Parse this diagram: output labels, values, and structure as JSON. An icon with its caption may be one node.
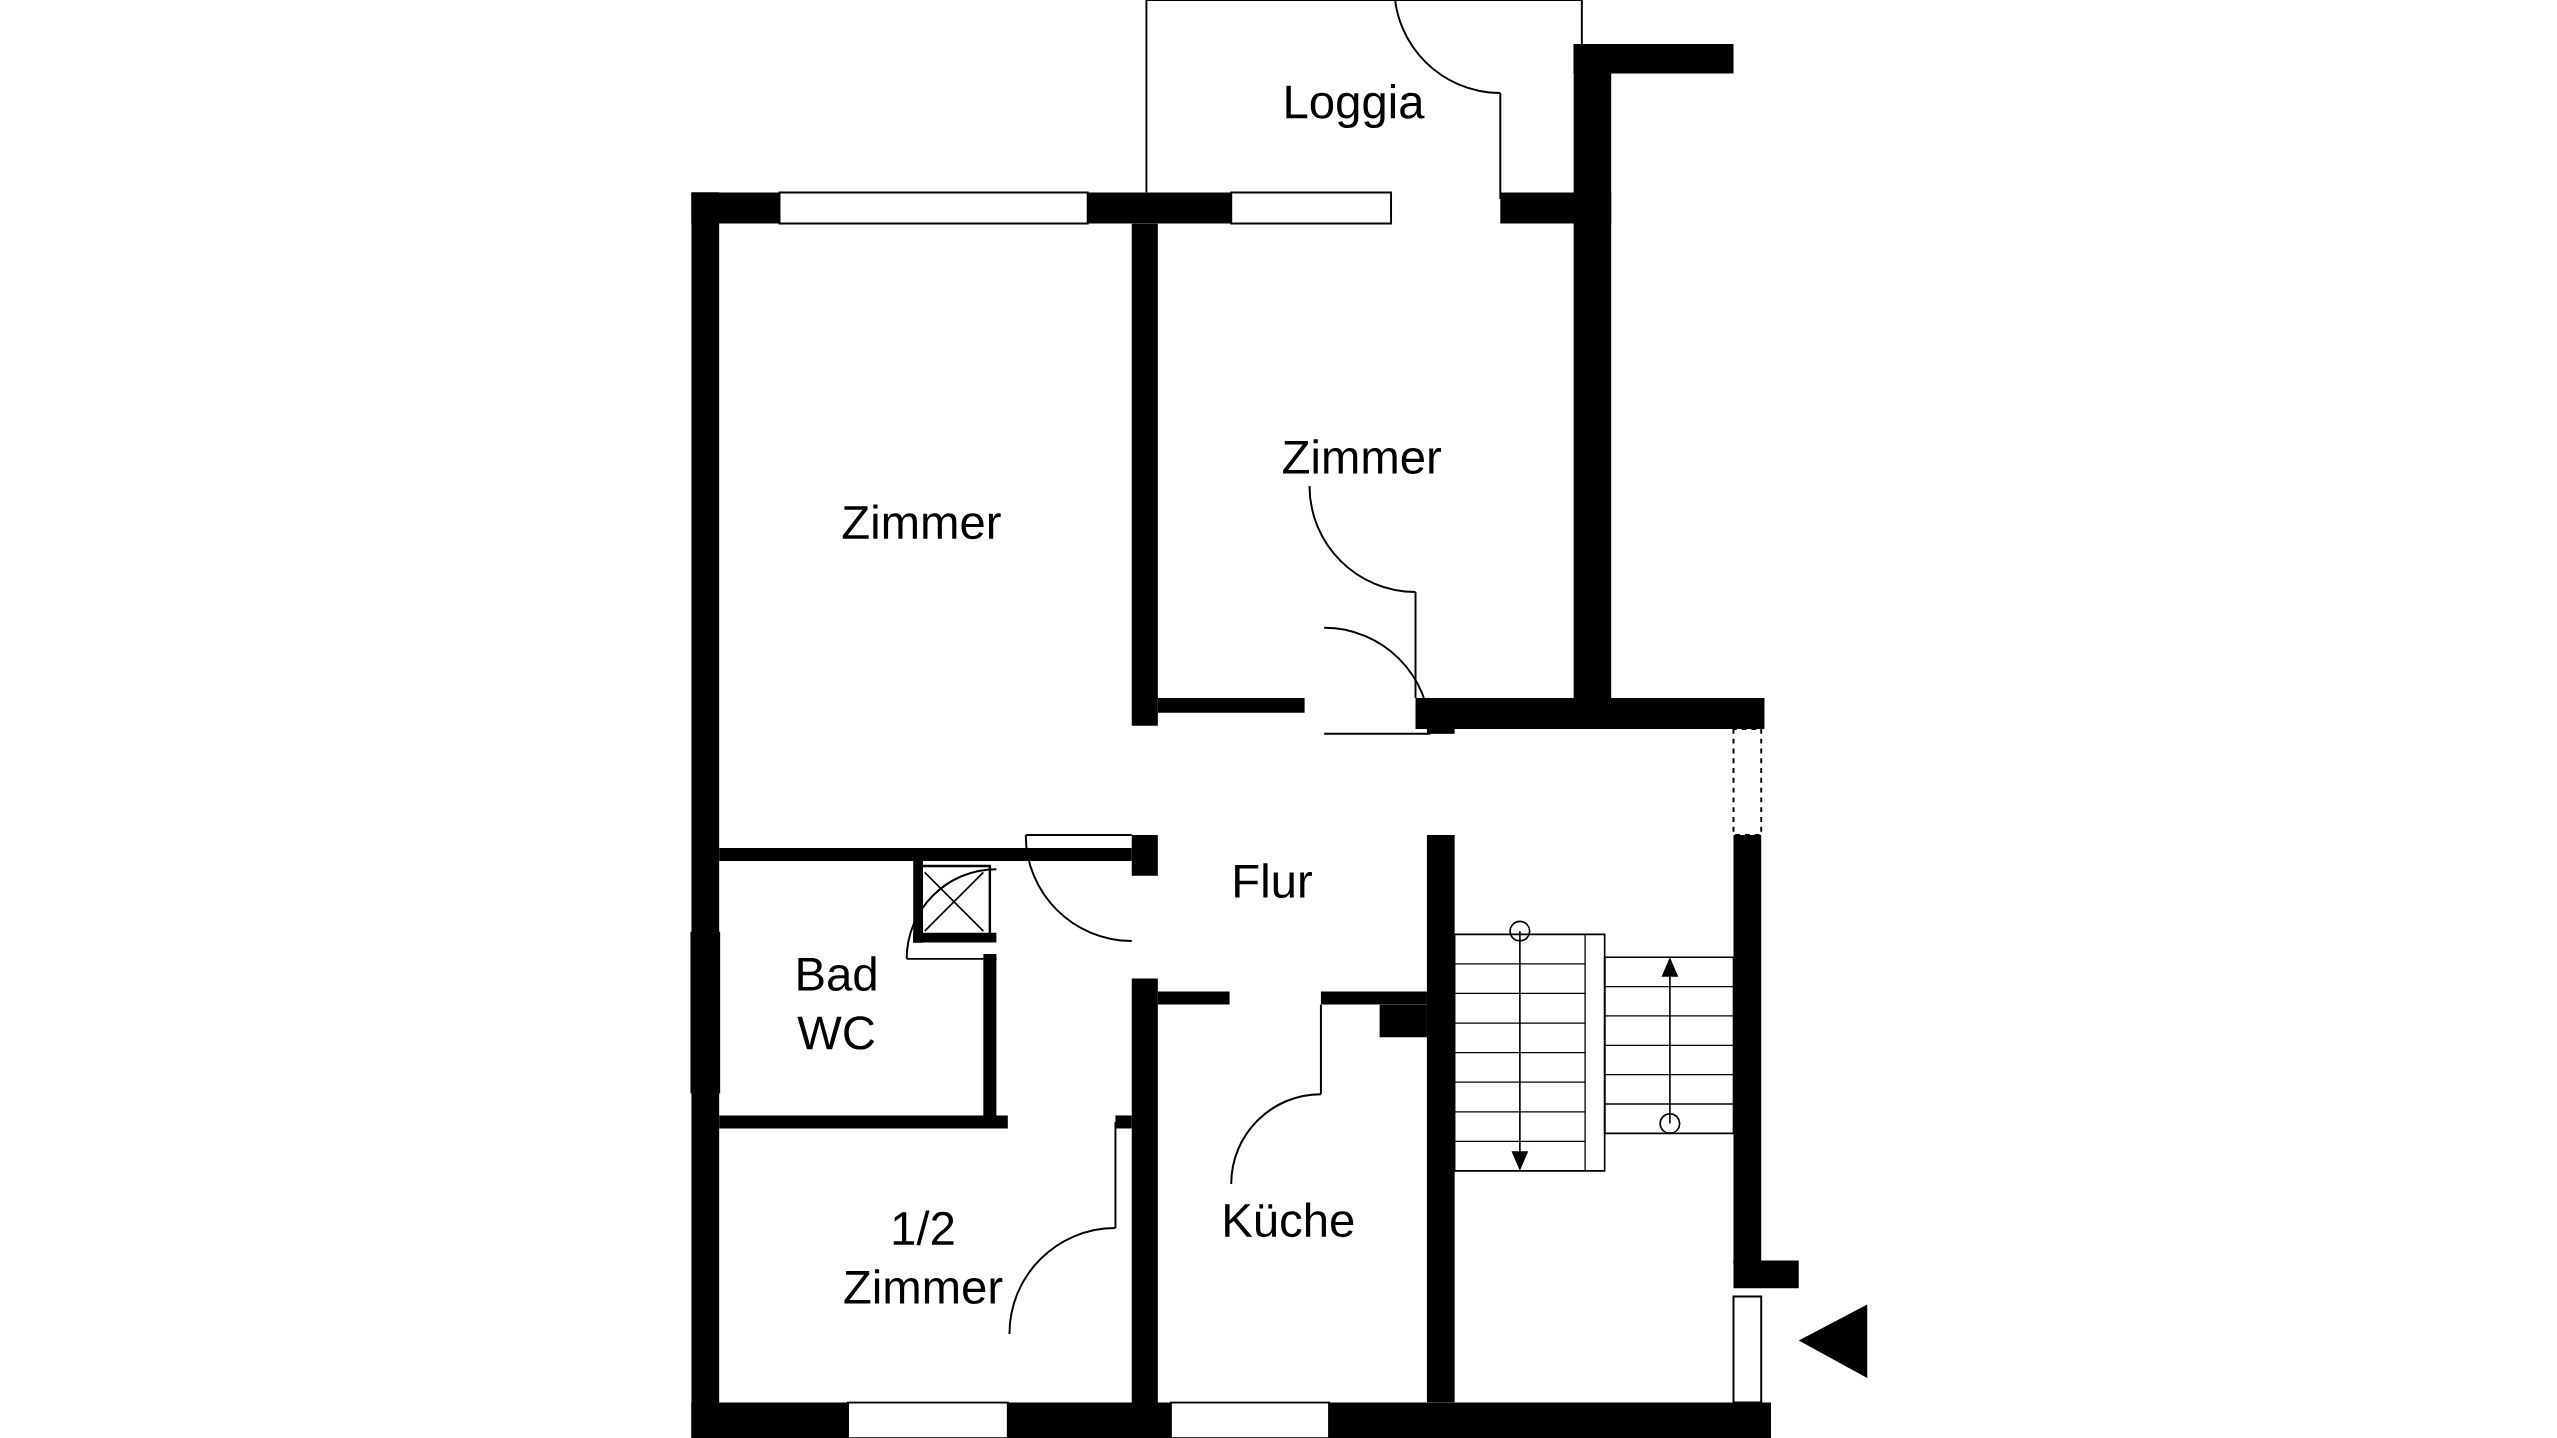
{
  "diagram": {
    "labels": [
      "Loggia",
      "Zimmer",
      "Zimmer",
      "Flur",
      "Bad WC",
      "1/2 Zimmer",
      "Küche"
    ]
  }
}
